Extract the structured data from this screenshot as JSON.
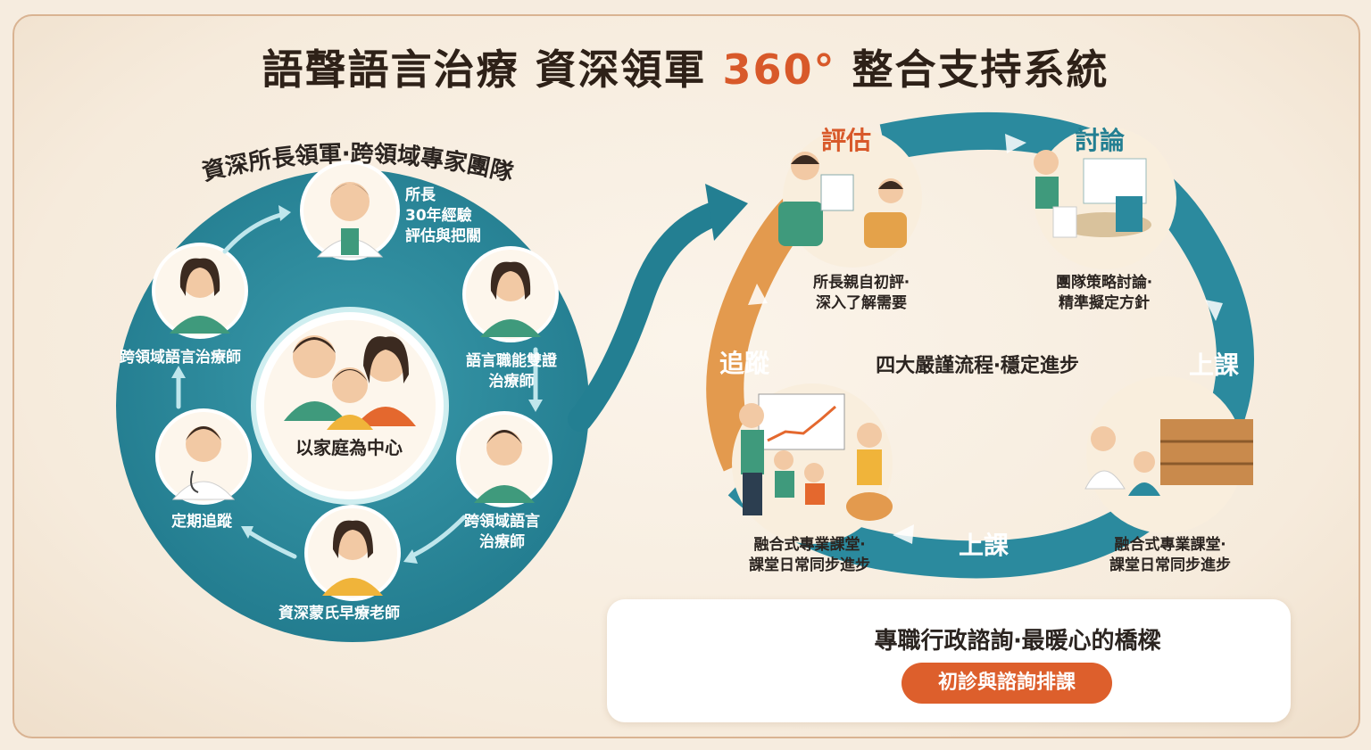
{
  "title": {
    "main": "語聲語言治療 資深領軍 ",
    "highlight": "360°",
    "rest": " 整合支持系統"
  },
  "team": {
    "heading": "資深所長領軍‧跨領域專家團隊",
    "center_label": "以家庭為中心",
    "members": [
      {
        "line1": "所長",
        "line2": "30年經驗",
        "line3": "評估與把關"
      },
      {
        "line1": "語言職能雙證",
        "line2": "治療師"
      },
      {
        "line1": "跨領域語言",
        "line2": "治療師"
      },
      {
        "line1": "資深蒙氏早療老師"
      },
      {
        "line1": "定期追蹤"
      },
      {
        "line1": "跨領域語言治療師"
      }
    ]
  },
  "process": {
    "caption": "四大嚴謹流程‧穩定進步",
    "steps": [
      {
        "label": "評估",
        "caption1": "所長親自初評‧",
        "caption2": "深入了解需要"
      },
      {
        "label": "討論",
        "caption1": "團隊策略討論‧",
        "caption2": "精準擬定方針"
      },
      {
        "label": "上課",
        "caption1": "融合式專業課堂‧",
        "caption2": "課堂日常同步進步"
      },
      {
        "label": "上課",
        "caption1": "融合式專業課堂‧",
        "caption2": "課堂日常同步進步"
      },
      {
        "label": "追蹤"
      }
    ]
  },
  "admin": {
    "title": "專職行政諮詢‧最暖心的橋樑",
    "button": "初診與諮詢排課"
  },
  "colors": {
    "teal": "#2b8a9e",
    "orange": "#e39a4e",
    "accent": "#d8592a",
    "green_shirt": "#3f9a7c",
    "yellow_shirt": "#f0b43a"
  }
}
